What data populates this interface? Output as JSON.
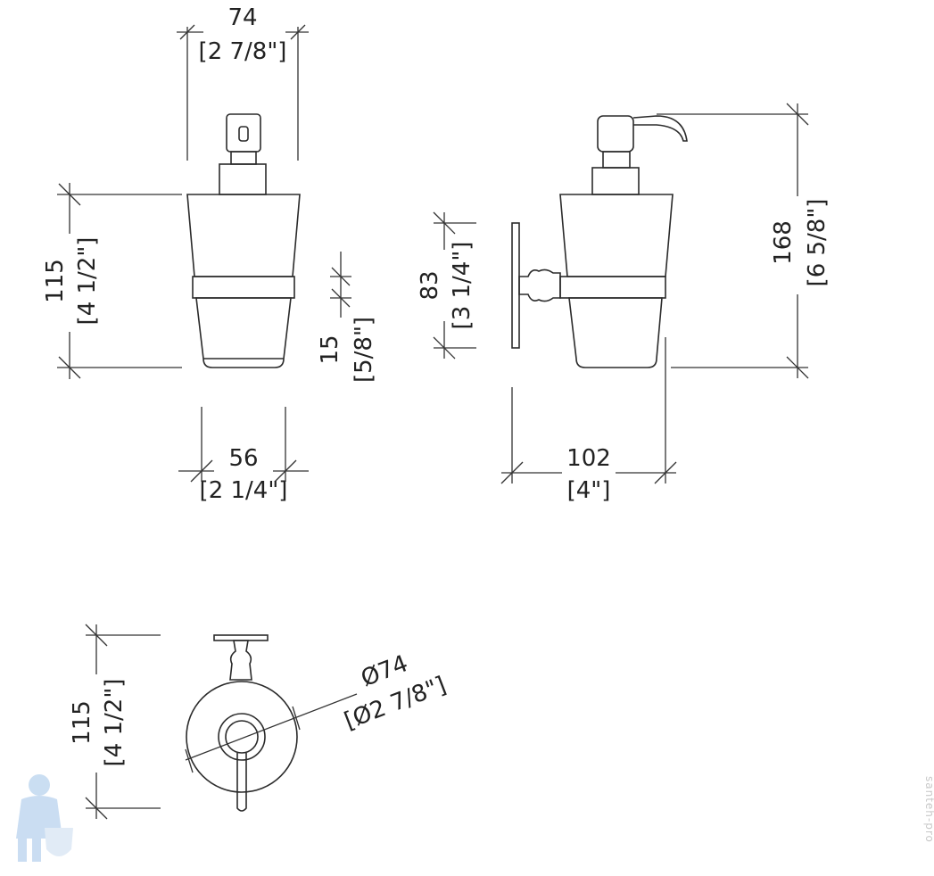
{
  "front_view": {
    "width_top": {
      "mm": "74",
      "inch": "[2 7/8\"]"
    },
    "height": {
      "mm": "115",
      "inch": "[4 1/2\"]"
    },
    "ring": {
      "mm": "15",
      "inch": "[5/8\"]"
    },
    "width_bottom": {
      "mm": "56",
      "inch": "[2 1/4\"]"
    }
  },
  "side_view": {
    "plate": {
      "mm": "83",
      "inch": "[3 1/4\"]"
    },
    "total_height": {
      "mm": "168",
      "inch": "[6 5/8\"]"
    },
    "depth": {
      "mm": "102",
      "inch": "[4\"]"
    }
  },
  "top_view": {
    "height": {
      "mm": "115",
      "inch": "[4 1/2\"]"
    },
    "diameter": {
      "mm": "Ø74",
      "inch": "[Ø2 7/8\"]"
    }
  },
  "watermark": "santeh-pro"
}
